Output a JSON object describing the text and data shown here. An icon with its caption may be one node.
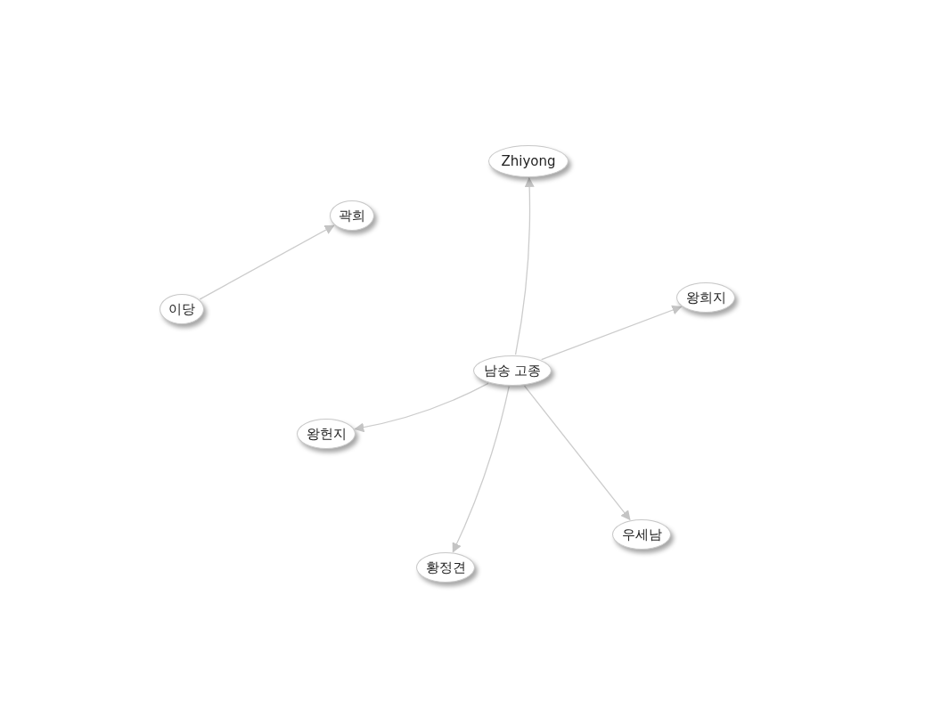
{
  "diagram": {
    "nodes": [
      {
        "text": [
          "Zhiyong"
        ]
      },
      {
        "text": [
          "곽희"
        ]
      },
      {
        "text": [
          "왕희지"
        ]
      },
      {
        "text": [
          "이당"
        ]
      },
      {
        "text": [
          "남송 고종"
        ]
      },
      {
        "text": [
          "왕헌지"
        ]
      },
      {
        "text": [
          "우세남"
        ]
      },
      {
        "text": [
          "황정견"
        ]
      }
    ],
    "edges": [
      {
        "from": 3,
        "to": 1,
        "arrow": "to"
      },
      {
        "from": 4,
        "to": 0,
        "arrow": "to"
      },
      {
        "from": 4,
        "to": 2,
        "arrow": "to"
      },
      {
        "from": 4,
        "to": 5,
        "arrow": "to"
      },
      {
        "from": 4,
        "to": 7,
        "arrow": "to"
      },
      {
        "from": 4,
        "to": 6,
        "arrow": "to"
      }
    ]
  }
}
